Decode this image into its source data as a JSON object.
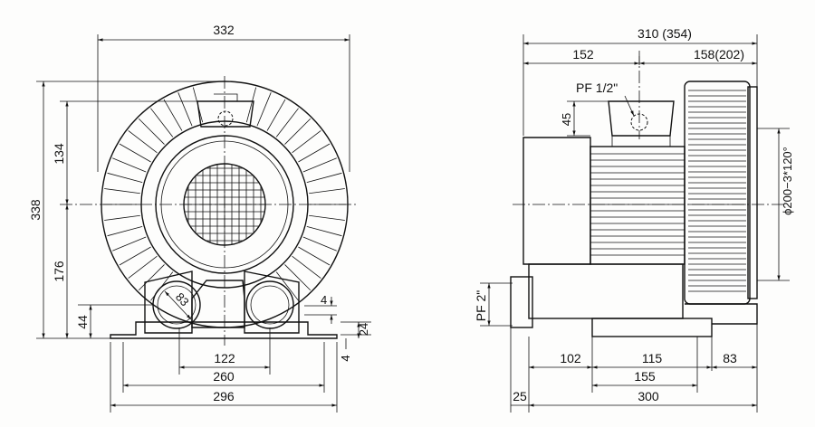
{
  "front_view": {
    "dims": {
      "overall_width": "332",
      "overall_height": "338",
      "upper_height": "134",
      "lower_height": "176",
      "base_height": "44",
      "port_diameter": "83",
      "port_spacing": "122",
      "foot_inner": "260",
      "foot_outer": "296",
      "foot_thickness": "24",
      "small_4a": "4",
      "small_4b": "4"
    }
  },
  "side_view": {
    "labels": {
      "top_port": "PF 1/2\"",
      "side_port": "PF 2\"",
      "flange_spec": "ϕ200−3*120°"
    },
    "dims": {
      "overall_length": "310 (354)",
      "motor_part": "152",
      "blower_part": "158(202)",
      "top_port_height": "45",
      "base_a": "102",
      "base_b": "115",
      "base_c": "83",
      "base_mid": "155",
      "base_offset": "25",
      "base_length": "300"
    }
  }
}
